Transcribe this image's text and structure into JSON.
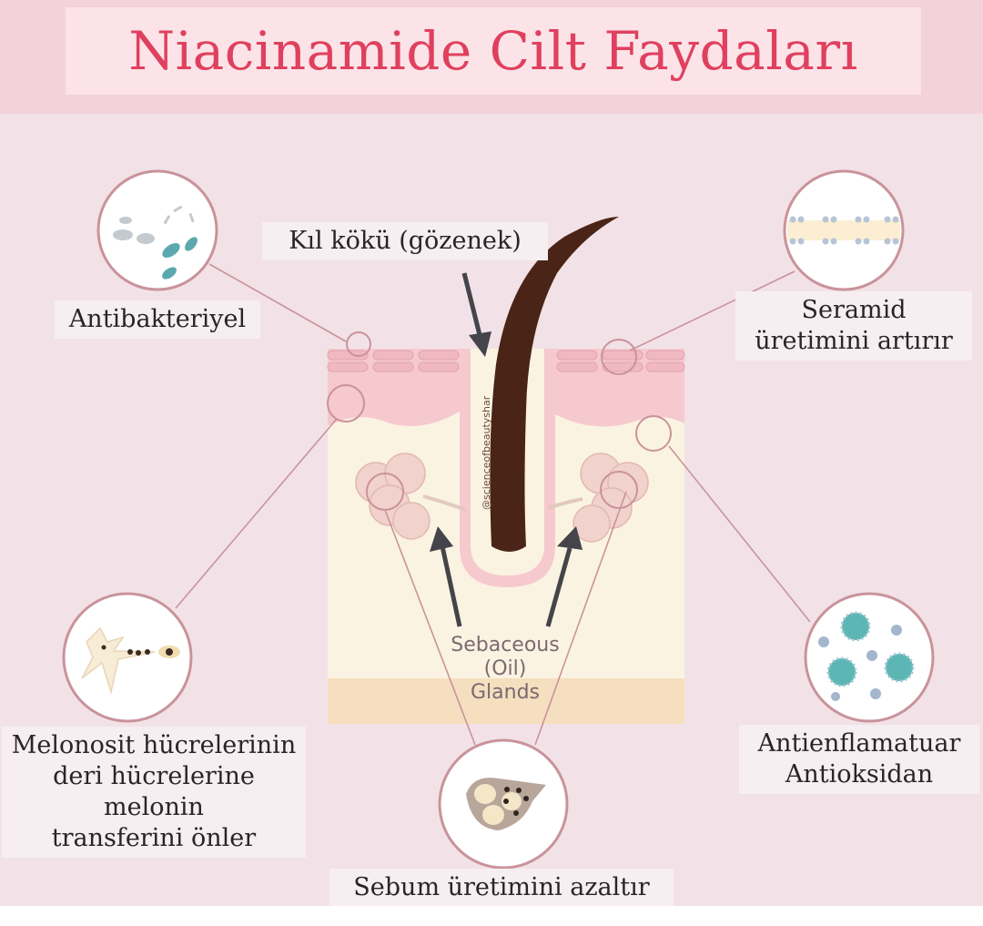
{
  "title": "Niacinamide Cilt Faydaları",
  "labels": {
    "hair_root": "Kıl kökü (gözenek)",
    "antibacterial": "Antibakteriyel",
    "ceramide_line1": "Seramid",
    "ceramide_line2": "üretimini artırır",
    "melanocyte_line1": "Melonosit hücrelerinin",
    "melanocyte_line2": "deri hücrelerine melonin",
    "melanocyte_line3": "transferini önler",
    "anti_line1": "Antienflamatuar",
    "anti_line2": "Antioksidan",
    "sebum": "Sebum üretimini azaltır",
    "gland_line1": "Sebaceous",
    "gland_line2": "(Oil)",
    "gland_line3": "Glands",
    "watermark": "@scienceofbeautyshar"
  },
  "icons": {
    "bacteria": "bacteria-icon",
    "ceramide": "ceramide-layer-icon",
    "melanocyte": "melanocyte-cell-icon",
    "inflammation": "immune-cells-icon",
    "sebum": "sebum-gland-icon"
  },
  "colors": {
    "title": "#e0405f",
    "hair": "#4a2417",
    "epidermis": "#f6c9cf",
    "dermis": "#fbf3e2",
    "fat": "#f5dfbf",
    "connector": "#c9939b"
  }
}
